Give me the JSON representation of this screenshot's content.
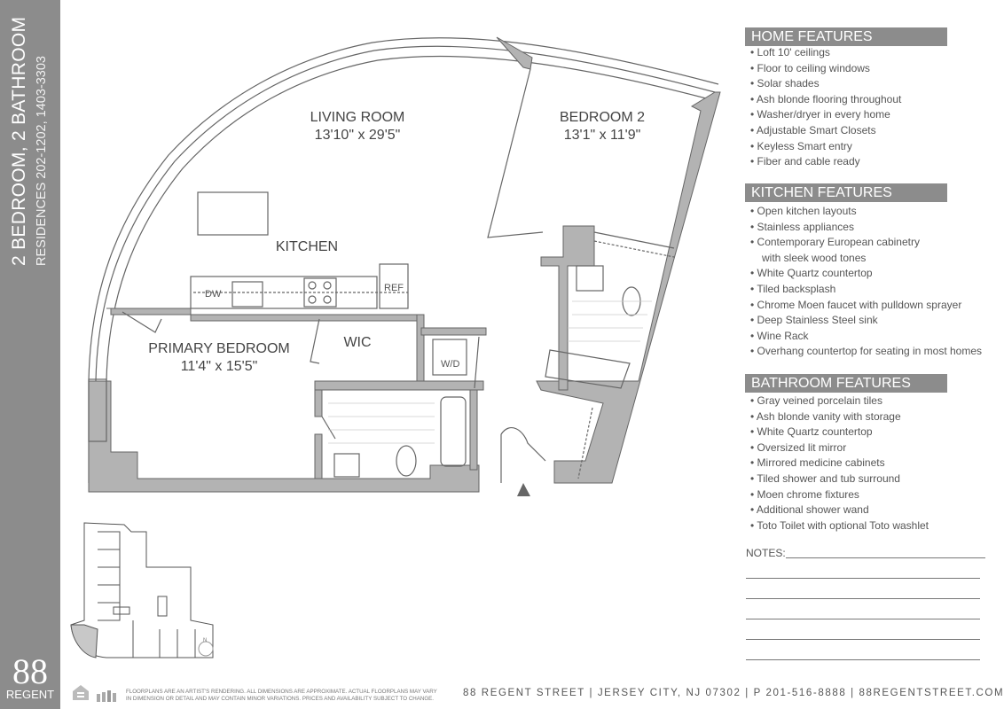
{
  "sidebar": {
    "title": "2 BEDROOM, 2 BATHROOM",
    "subtitle": "RESIDENCES 202-1202, 1403-3303",
    "logo_number": "88",
    "logo_text": "REGENT"
  },
  "floorplan": {
    "rooms": [
      {
        "name": "LIVING ROOM",
        "dims": "13'10\" x 29'5\""
      },
      {
        "name": "BEDROOM 2",
        "dims": "13'1\" x 11'9\""
      },
      {
        "name": "KITCHEN",
        "dims": ""
      },
      {
        "name": "PRIMARY BEDROOM",
        "dims": "11'4\" x 15'5\""
      },
      {
        "name": "WIC",
        "dims": ""
      }
    ],
    "fixtures": {
      "dishwasher": "DW",
      "refrigerator": "REF",
      "washer_dryer": "W/D"
    },
    "entry_icon": "triangle-entry-marker",
    "compass": "N"
  },
  "features": {
    "home": {
      "title": "HOME FEATURES",
      "items": [
        "Loft 10' ceilings",
        "Floor to ceiling windows",
        "Solar shades",
        "Ash blonde flooring throughout",
        "Washer/dryer in every home",
        "Adjustable Smart Closets",
        "Keyless Smart entry",
        "Fiber and cable ready"
      ]
    },
    "kitchen": {
      "title": "KITCHEN FEATURES",
      "items": [
        "Open kitchen layouts",
        "Stainless appliances",
        "Contemporary European cabinetry",
        "with sleek wood tones",
        "White Quartz countertop",
        "Tiled backsplash",
        "Chrome Moen faucet with pulldown sprayer",
        "Deep Stainless Steel sink",
        "Wine Rack",
        "Overhang countertop for seating in most homes"
      ]
    },
    "bathroom": {
      "title": "BATHROOM FEATURES",
      "items": [
        "Gray veined porcelain tiles",
        "Ash blonde vanity with storage",
        "White Quartz countertop",
        "Oversized lit mirror",
        "Mirrored medicine cabinets",
        "Tiled shower and tub surround",
        "Moen chrome fixtures",
        "Additional shower wand",
        "Toto Toilet with optional Toto washlet"
      ]
    }
  },
  "notes_label": "NOTES:",
  "footer": {
    "disclaimer_line1": "FLOORPLANS ARE AN ARTIST'S RENDERING. ALL DIMENSIONS ARE APPROXIMATE. ACTUAL FLOORPLANS MAY VARY",
    "disclaimer_line2": "IN DIMENSION OR DETAIL AND MAY CONTAIN MINOR VARIATIONS. PRICES AND AVAILABILITY SUBJECT TO CHANGE.",
    "address": "88 REGENT STREET | JERSEY CITY, NJ 07302 | P 201-516-8888 | 88REGENTSTREET.COM"
  },
  "colors": {
    "sidebar": "#8c8c8c",
    "header": "#8c8c8c",
    "wall": "#b3b3b3",
    "line": "#555555"
  }
}
